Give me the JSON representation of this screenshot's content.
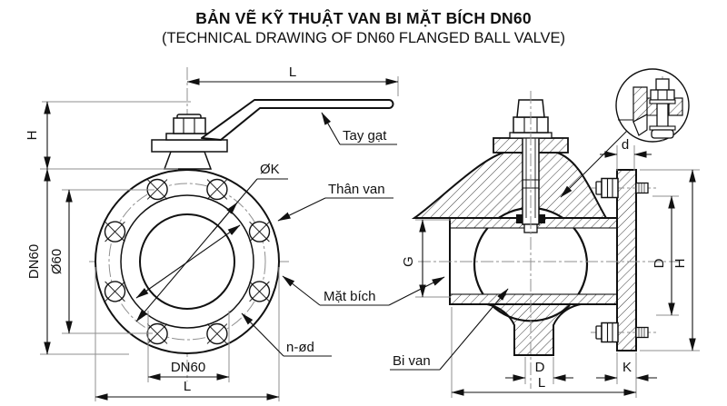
{
  "title": "BẢN VẼ KỸ THUẬT VAN BI MẶT BÍCH DN60",
  "subtitle": "(TECHNICAL DRAWING OF DN60 FLANGED BALL VALVE)",
  "front": {
    "dim_l_top": "L",
    "dim_h": "H",
    "dim_dn60_left": "DN60",
    "dim_o60": "Ø60",
    "dim_dn60_bottom": "DN60",
    "dim_l_bottom": "L",
    "label_bolt_circle": "ØK",
    "label_handle": "Tay gạt",
    "label_body": "Thân van",
    "label_flange": "Mặt bích",
    "label_bolt_holes": "n-ød"
  },
  "side": {
    "dim_d": "d",
    "dim_g": "G",
    "dim_d_right": "D",
    "dim_h_right": "H",
    "dim_d_bottom": "D",
    "dim_k": "K",
    "dim_l_bottom": "L",
    "label_ball": "Bi van"
  }
}
